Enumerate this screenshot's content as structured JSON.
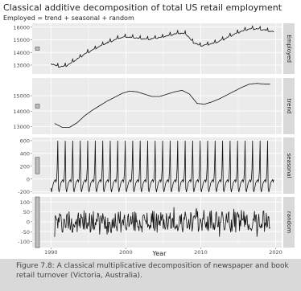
{
  "chart_data": {
    "type": "line",
    "title": "Classical additive decomposition of total US retail employment",
    "subtitle": "Employed = trend + seasonal + random",
    "xlabel": "Year",
    "x_ticks": [
      1990,
      2000,
      2010,
      2020
    ],
    "x_tick_labels": [
      "1990",
      "2000",
      "2010",
      "2020"
    ],
    "xlim": [
      1987.5,
      2020.8
    ],
    "data_xrange": [
      1990.0,
      2019.75
    ],
    "grid": true,
    "background": "#ebebeb",
    "panels": [
      {
        "name": "Employed",
        "ylim": [
          12300,
          16300
        ],
        "yticks": [
          13000,
          14000,
          15000,
          16000
        ],
        "ytick_labels": [
          "13000",
          "14000",
          "15000",
          "16000"
        ],
        "x": [
          1990.0,
          1991.0,
          1992.0,
          1993.0,
          1994.0,
          1995.0,
          1996.0,
          1997.0,
          1998.0,
          1999.0,
          2000.0,
          2001.0,
          2002.0,
          2003.0,
          2004.0,
          2005.0,
          2006.0,
          2007.0,
          2008.0,
          2009.0,
          2010.0,
          2011.0,
          2012.0,
          2013.0,
          2014.0,
          2015.0,
          2016.0,
          2017.0,
          2018.0,
          2019.0,
          2019.75
        ],
        "values": [
          13150,
          12900,
          12950,
          13300,
          13700,
          14050,
          14350,
          14650,
          14900,
          15150,
          15250,
          15200,
          15100,
          15050,
          15150,
          15250,
          15400,
          15550,
          15500,
          14800,
          14550,
          14650,
          14800,
          15050,
          15350,
          15600,
          15800,
          15900,
          15850,
          15750,
          15650
        ],
        "scale_bar_height": 290
      },
      {
        "name": "trend",
        "ylim": [
          12500,
          16150
        ],
        "yticks": [
          13000,
          14000,
          15000
        ],
        "ytick_labels": [
          "13000",
          "14000",
          "15000"
        ],
        "x": [
          1990.5,
          1991.5,
          1992.5,
          1993.5,
          1994.5,
          1995.5,
          1996.5,
          1997.5,
          1998.5,
          1999.5,
          2000.5,
          2001.5,
          2002.5,
          2003.5,
          2004.5,
          2005.5,
          2006.5,
          2007.5,
          2008.5,
          2009.5,
          2010.5,
          2011.5,
          2012.5,
          2013.5,
          2014.5,
          2015.5,
          2016.5,
          2017.5,
          2018.5,
          2019.25
        ],
        "values": [
          13200,
          12950,
          12950,
          13250,
          13700,
          14050,
          14350,
          14650,
          14900,
          15150,
          15300,
          15250,
          15100,
          14950,
          14950,
          15100,
          15250,
          15350,
          15100,
          14500,
          14450,
          14600,
          14800,
          15050,
          15300,
          15550,
          15750,
          15800,
          15750,
          15750
        ],
        "scale_bar_height": 290
      },
      {
        "name": "seasonal",
        "ylim": [
          -230,
          650
        ],
        "yticks": [
          -200,
          0,
          200,
          400,
          600
        ],
        "ytick_labels": [
          "-200",
          "0",
          "200",
          "400",
          "600"
        ],
        "cycle_months": 12,
        "seasonal_pattern": [
          -140,
          -205,
          -150,
          -110,
          -60,
          -40,
          -25,
          -10,
          -45,
          -10,
          150,
          600
        ],
        "scale_bar_height": 290
      },
      {
        "name": "random",
        "ylim": [
          -130,
          125
        ],
        "yticks": [
          -100,
          -50,
          0,
          50,
          100
        ],
        "ytick_labels": [
          "-100",
          "-50",
          "0",
          "50",
          "100"
        ],
        "noise_amplitude": 55,
        "scale_bar_height": 290
      }
    ]
  },
  "caption": {
    "number": "Figure 7.8:",
    "text": "A classical multiplicative decomposition of newspaper and book retail turnover (Victoria, Australia)."
  }
}
